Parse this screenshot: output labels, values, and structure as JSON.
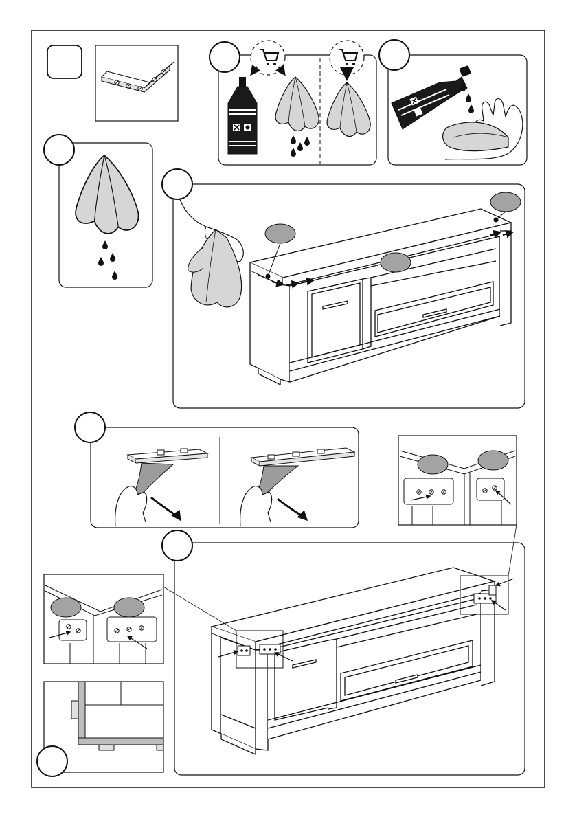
{
  "page": {
    "background": "#ffffff",
    "ink": "#111111",
    "cloth_fill": "#d6d6d6",
    "badge_fill": "#a3a3a3",
    "arrow_fill": "#1a1a1a"
  },
  "steps": [
    {
      "id": "header-part-icon",
      "label": ""
    },
    {
      "id": "step-clean-chemicals",
      "label": ""
    },
    {
      "id": "step-no-solvent",
      "label": ""
    },
    {
      "id": "step-wet-cloth",
      "label": ""
    },
    {
      "id": "step-wipe-top",
      "label": ""
    },
    {
      "id": "step-peel-tape",
      "label": ""
    },
    {
      "id": "step-attach-brackets",
      "label": ""
    },
    {
      "id": "step-section-detail",
      "label": ""
    }
  ],
  "icons": {
    "forbidden_bottle": "chemical-bottle-icon",
    "shopping_cart": "shopping-cart-icon",
    "cloth": "cloth-icon",
    "water_drop": "water-drop-icon",
    "hand": "hand-icon",
    "bracket": "corner-bracket-icon",
    "screw": "screw-icon",
    "arrow": "direction-arrow-icon"
  }
}
